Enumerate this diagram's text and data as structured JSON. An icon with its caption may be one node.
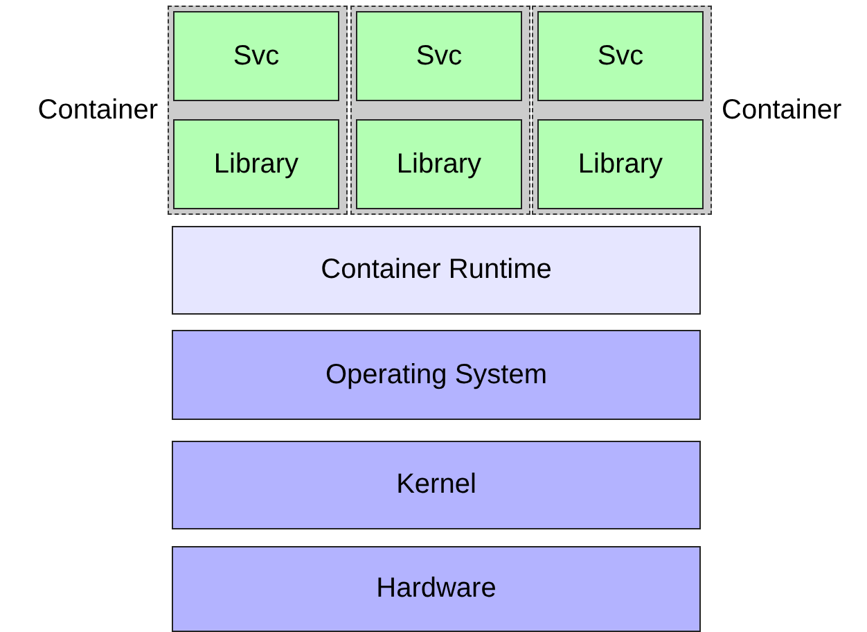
{
  "diagram": {
    "nodes": [
      {
        "text": [],
        "shape": "box",
        "beside": [
          "Container"
        ]
      },
      {
        "text": [
          "Svc"
        ],
        "in": 0
      },
      {
        "text": [
          "Library"
        ],
        "in": 0
      },
      {
        "text": [],
        "shape": "box"
      },
      {
        "text": [
          "Svc"
        ],
        "in": 3
      },
      {
        "text": [
          "Library"
        ],
        "in": 3
      },
      {
        "text": [],
        "shape": "box",
        "beside": [
          "Container"
        ]
      },
      {
        "text": [
          "Svc"
        ],
        "in": 6
      },
      {
        "text": [
          "Library"
        ],
        "in": 6
      },
      {
        "text": [
          "Container Runtime"
        ]
      },
      {
        "text": [
          "Operating System"
        ]
      },
      {
        "text": [
          "Kernel"
        ]
      },
      {
        "text": [
          "Hardware"
        ]
      }
    ]
  }
}
